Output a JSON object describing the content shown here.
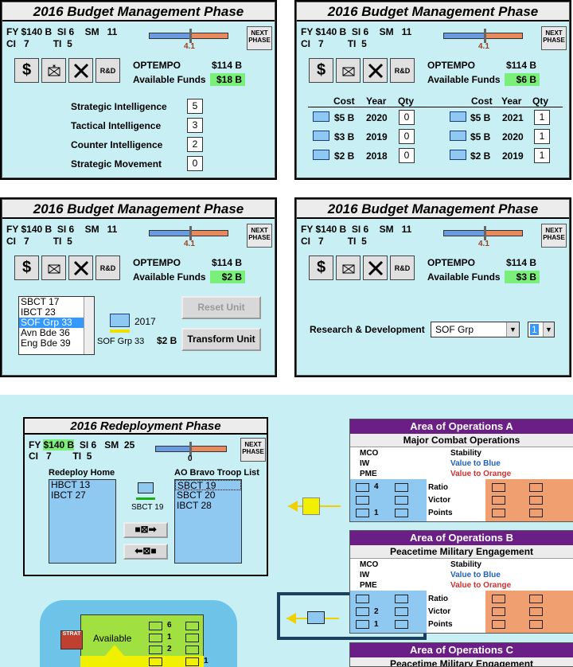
{
  "colors": {
    "panel_bg": "#c8f0f4",
    "funds_green": "#7af07a",
    "blue": "#6a9ae0",
    "orange": "#e88a5e",
    "purple": "#6b1f86"
  },
  "panels": [
    {
      "title": "2016 Budget Management Phase",
      "fy": "FY",
      "fy_val": "$140 B",
      "si": "SI",
      "si_val": "6",
      "sm": "SM",
      "sm_val": "11",
      "ci": "CI",
      "ci_val": "7",
      "ti": "TI",
      "ti_val": "5",
      "slider_label": "4.1",
      "next": "NEXT PHASE",
      "optempo_label": "OPTEMPO",
      "optempo_val": "$114 B",
      "funds_label": "Available Funds",
      "funds_val": "$18 B",
      "items": [
        {
          "label": "Strategic Intelligence",
          "value": "5"
        },
        {
          "label": "Tactical Intelligence",
          "value": "3"
        },
        {
          "label": "Counter Intelligence",
          "value": "2"
        },
        {
          "label": "Strategic Movement",
          "value": "0"
        }
      ]
    },
    {
      "title": "2016 Budget Management Phase",
      "fy": "FY",
      "fy_val": "$140 B",
      "si": "SI",
      "si_val": "6",
      "sm": "SM",
      "sm_val": "11",
      "ci": "CI",
      "ci_val": "7",
      "ti": "TI",
      "ti_val": "5",
      "slider_label": "4.1",
      "next": "NEXT PHASE",
      "optempo_label": "OPTEMPO",
      "optempo_val": "$114 B",
      "funds_label": "Available Funds",
      "funds_val": "$6 B",
      "headers": [
        "Cost",
        "Year",
        "Qty",
        "Cost",
        "Year",
        "Qty"
      ],
      "left_rows": [
        {
          "cost": "$5 B",
          "year": "2020",
          "qty": "0"
        },
        {
          "cost": "$3 B",
          "year": "2019",
          "qty": "0"
        },
        {
          "cost": "$2 B",
          "year": "2018",
          "qty": "0"
        }
      ],
      "right_rows": [
        {
          "cost": "$5 B",
          "year": "2021",
          "qty": "1"
        },
        {
          "cost": "$5 B",
          "year": "2020",
          "qty": "1"
        },
        {
          "cost": "$2 B",
          "year": "2019",
          "qty": "1"
        }
      ]
    },
    {
      "title": "2016 Budget Management Phase",
      "fy": "FY",
      "fy_val": "$140 B",
      "si": "SI",
      "si_val": "6",
      "sm": "SM",
      "sm_val": "11",
      "ci": "CI",
      "ci_val": "7",
      "ti": "TI",
      "ti_val": "5",
      "slider_label": "4.1",
      "next": "NEXT PHASE",
      "optempo_label": "OPTEMPO",
      "optempo_val": "$114 B",
      "funds_label": "Available Funds",
      "funds_val": "$2 B",
      "unit_list": [
        "SBCT 17",
        "IBCT 23",
        "SOF Grp 33",
        "Avn Bde 36",
        "Eng Bde 39"
      ],
      "unit_year": "2017",
      "unit_name": "SOF Grp 33",
      "unit_cost": "$2 B",
      "reset": "Reset Unit",
      "transform": "Transform Unit"
    },
    {
      "title": "2016 Budget Management Phase",
      "fy": "FY",
      "fy_val": "$140 B",
      "si": "SI",
      "si_val": "6",
      "sm": "SM",
      "sm_val": "11",
      "ci": "CI",
      "ci_val": "7",
      "ti": "TI",
      "ti_val": "5",
      "slider_label": "4.1",
      "next": "NEXT PHASE",
      "optempo_label": "OPTEMPO",
      "optempo_val": "$114 B",
      "funds_label": "Available Funds",
      "funds_val": "$3 B",
      "rd_label": "Research & Development",
      "rd_select": "SOF Grp",
      "rd_num": "1"
    }
  ],
  "redeploy": {
    "title": "2016 Redeployment Phase",
    "fy": "FY",
    "fy_val": "$140 B",
    "si": "SI",
    "si_val": "6",
    "sm": "SM",
    "sm_val": "25",
    "ci": "CI",
    "ci_val": "7",
    "ti": "TI",
    "ti_val": "5",
    "slider_label": "0",
    "next": "NEXT PHASE",
    "home_label": "Redeploy Home",
    "home_list": [
      "HBCT 13",
      "IBCT 27"
    ],
    "ao_label": "AO Bravo  Troop List",
    "ao_list": [
      "SBCT 19",
      "SBCT 20",
      "IBCT 28"
    ],
    "unit_name": "SBCT 19"
  },
  "areas": [
    {
      "title": "Area of Operations A",
      "sub": "Major Combat Operations",
      "l1": "MCO",
      "l2": "IW",
      "l3": "PME",
      "r1": "Stability",
      "r2": "Value to Blue",
      "r3": "Value to Orange",
      "counts": [
        "4",
        "",
        "1"
      ],
      "mid": [
        "Ratio",
        "Victor",
        "Points"
      ]
    },
    {
      "title": "Area of Operations B",
      "sub": "Peacetime Military Engagement",
      "l1": "MCO",
      "l2": "IW",
      "l3": "PME",
      "r1": "Stability",
      "r2": "Value to Blue",
      "r3": "Value to Orange",
      "counts": [
        "",
        "2",
        "1"
      ],
      "mid": [
        "Ratio",
        "Victor",
        "Points"
      ]
    },
    {
      "title": "Area of Operations C",
      "sub": "Peacetime Military Engagement"
    }
  ],
  "map": {
    "strat": "STRAT",
    "available": "Available",
    "counts": [
      "6",
      "1",
      "2"
    ],
    "count_extra": "1"
  }
}
